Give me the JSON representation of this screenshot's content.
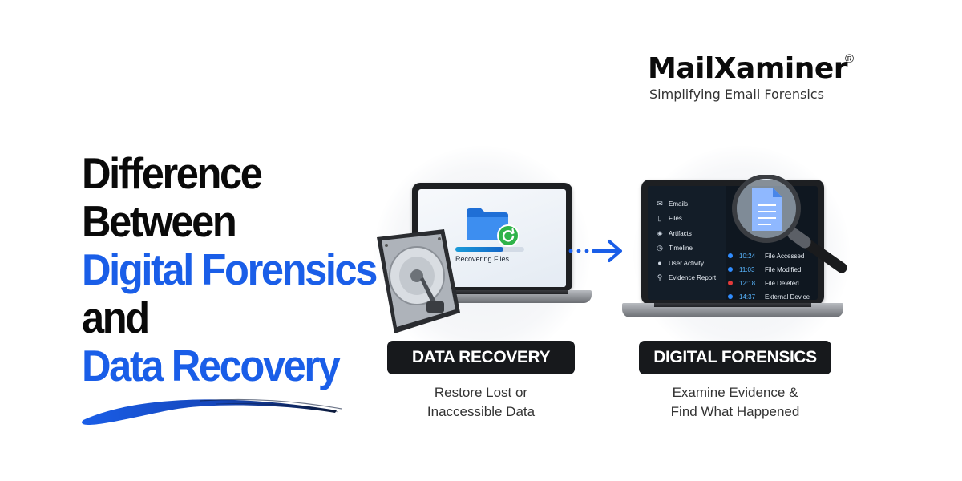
{
  "logo": {
    "name": "MailXaminer",
    "registered": "®",
    "tagline": "Simplifying Email Forensics"
  },
  "heading": {
    "line1": "Difference",
    "line2": "Between",
    "line3": "Digital Forensics",
    "line4": "and",
    "line5": "Data Recovery"
  },
  "colors": {
    "accent_blue": "#1a5ee8",
    "dark": "#17191c",
    "recovery_green": "#2fb34a"
  },
  "recovery": {
    "screen_label": "Recovering Files...",
    "progress": 0.7,
    "pill_label": "DATA RECOVERY",
    "sub_line1": "Restore Lost or",
    "sub_line2": "Inaccessible Data",
    "icons": [
      "folder-icon",
      "refresh-icon",
      "hard-drive-icon"
    ]
  },
  "forensics": {
    "sidebar": [
      {
        "label": "Emails",
        "icon": "mail-icon"
      },
      {
        "label": "Files",
        "icon": "file-icon"
      },
      {
        "label": "Artifacts",
        "icon": "artifact-icon"
      },
      {
        "label": "Timeline",
        "icon": "timeline-icon"
      },
      {
        "label": "User Activity",
        "icon": "user-icon"
      },
      {
        "label": "Evidence Report",
        "icon": "report-icon"
      }
    ],
    "timeline": [
      {
        "time": "10:24",
        "event": "File Accessed",
        "color": "#2f8cff"
      },
      {
        "time": "11:03",
        "event": "File Modified",
        "color": "#2f8cff"
      },
      {
        "time": "12:18",
        "event": "File Deleted",
        "color": "#e23a3a"
      },
      {
        "time": "14:37",
        "event": "External Device",
        "color": "#2f8cff"
      }
    ],
    "pill_label": "DIGITAL FORENSICS",
    "sub_line1": "Examine Evidence &",
    "sub_line2": "Find What Happened",
    "icons": [
      "magnifier-icon",
      "document-icon"
    ]
  }
}
